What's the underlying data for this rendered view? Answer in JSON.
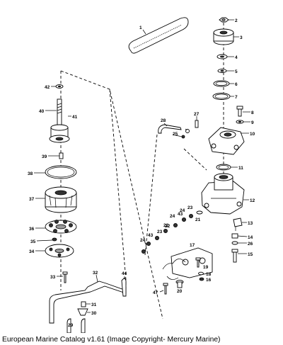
{
  "caption": "European Marine Catalog v1.61 (Image Copyright- Mercury Marine)",
  "callouts": [
    "1",
    "2",
    "3",
    "4",
    "5",
    "6",
    "7",
    "8",
    "9",
    "10",
    "11",
    "12",
    "13",
    "14",
    "15",
    "16",
    "17",
    "18",
    "19",
    "20",
    "21",
    "22",
    "23",
    "24",
    "25",
    "26",
    "27",
    "28",
    "29",
    "30",
    "31",
    "32",
    "33",
    "34",
    "35",
    "36",
    "37",
    "38",
    "39",
    "40",
    "41",
    "42",
    "43",
    "44",
    "47"
  ]
}
